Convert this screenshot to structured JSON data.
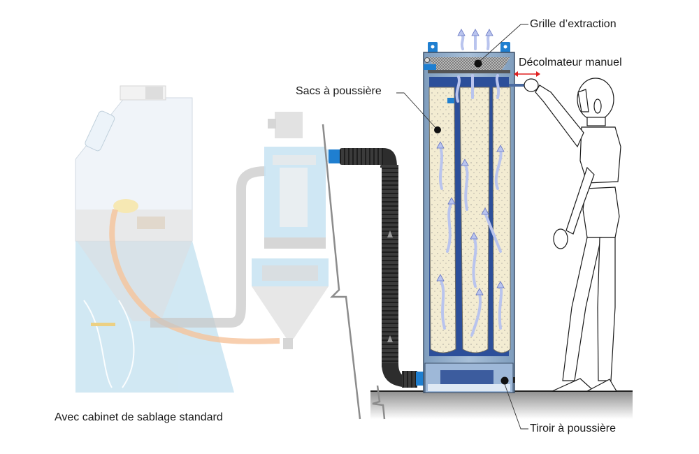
{
  "diagram": {
    "title": "Dépoussiéreur à sacs avec cabinet de sablage",
    "labels": {
      "grille_extraction": "Grille d’extraction",
      "decolmateur_manuel": "Décolmateur manuel",
      "sacs_poussiere": "Sacs à poussière",
      "tiroir_poussiere": "Tiroir à poussière",
      "caption": "Avec cabinet de sablage standard"
    },
    "components": [
      {
        "id": "sandblast-cabinet",
        "name": "Cabinet de sablage standard",
        "style": "faded"
      },
      {
        "id": "cyclone-separator",
        "name": "Séparateur cyclone",
        "style": "faded"
      },
      {
        "id": "flexible-hose",
        "name": "Gaine flexible"
      },
      {
        "id": "dust-collector",
        "name": "Dépoussiéreur à sacs"
      },
      {
        "id": "operator",
        "name": "Opérateur"
      }
    ],
    "filter_bags_count": 3,
    "colors": {
      "cabinet_blue": "#c9e4f2",
      "collector_frame": "#8aa6c4",
      "collector_dark": "#2c4f9a",
      "bag_fill": "#f3ecd2",
      "airflow_arrow": "#b9c4ee",
      "hose": "#3a3a3a",
      "pipe_blue": "#1f7fd0",
      "shaker_arrow": "#e02020",
      "floor": "#9a9a9a"
    }
  }
}
